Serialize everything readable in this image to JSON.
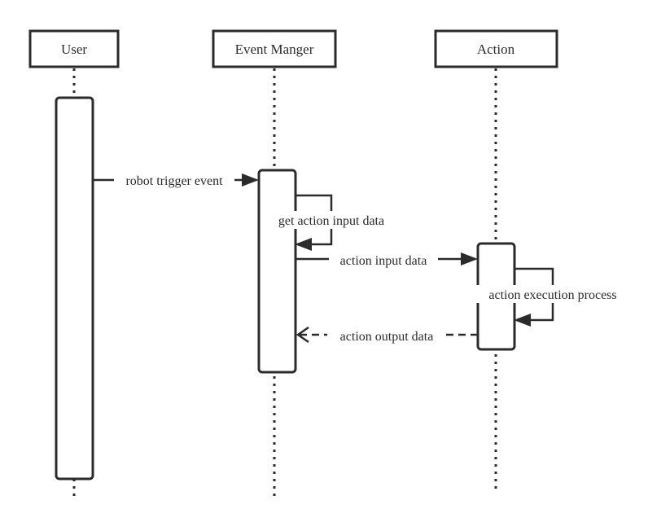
{
  "participants": {
    "user": "User",
    "event_manager": "Event Manger",
    "action": "Action"
  },
  "messages": {
    "robot_trigger_event": "robot trigger event",
    "get_action_input_data": "get action input data",
    "action_input_data": "action input data",
    "action_execution_process": "action execution process",
    "action_output_data": "action output data"
  }
}
